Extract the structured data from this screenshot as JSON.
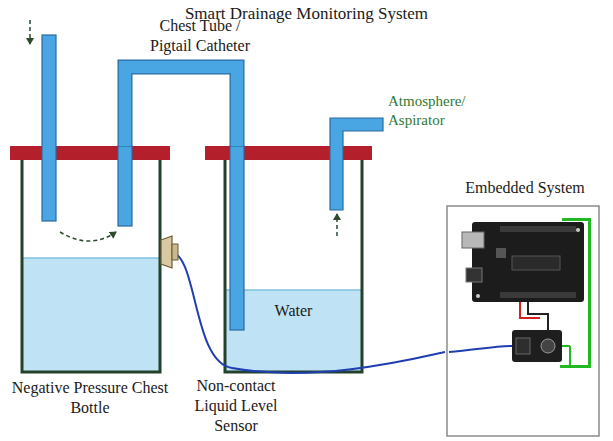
{
  "diagram": {
    "title": "Smart Drainage Monitoring System",
    "nodes": [
      {
        "text": [
          "Negative Pressure Chest Bottle"
        ]
      },
      {
        "text": [
          "Water"
        ]
      },
      {
        "text": [
          "Embedded System"
        ]
      }
    ],
    "edges": [
      {
        "from": 0,
        "to": 1,
        "arrow": "none"
      },
      {
        "from": 0,
        "to": 2,
        "arrow": "none"
      }
    ],
    "labels": [
      "Chest Tube / Pigtail Catheter",
      "Atmosphere/ Aspirator",
      "Non-contact Liquid Level Sensor"
    ]
  }
}
